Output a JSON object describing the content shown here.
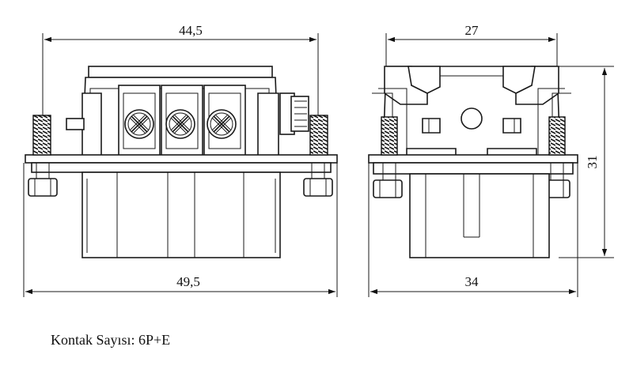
{
  "dimensions": {
    "front_top_width": "44,5",
    "front_bottom_width": "49,5",
    "side_top_width": "27",
    "side_bottom_width": "34",
    "side_height": "31"
  },
  "caption": {
    "label": "Kontak Sayısı:",
    "value": "6P+E"
  }
}
